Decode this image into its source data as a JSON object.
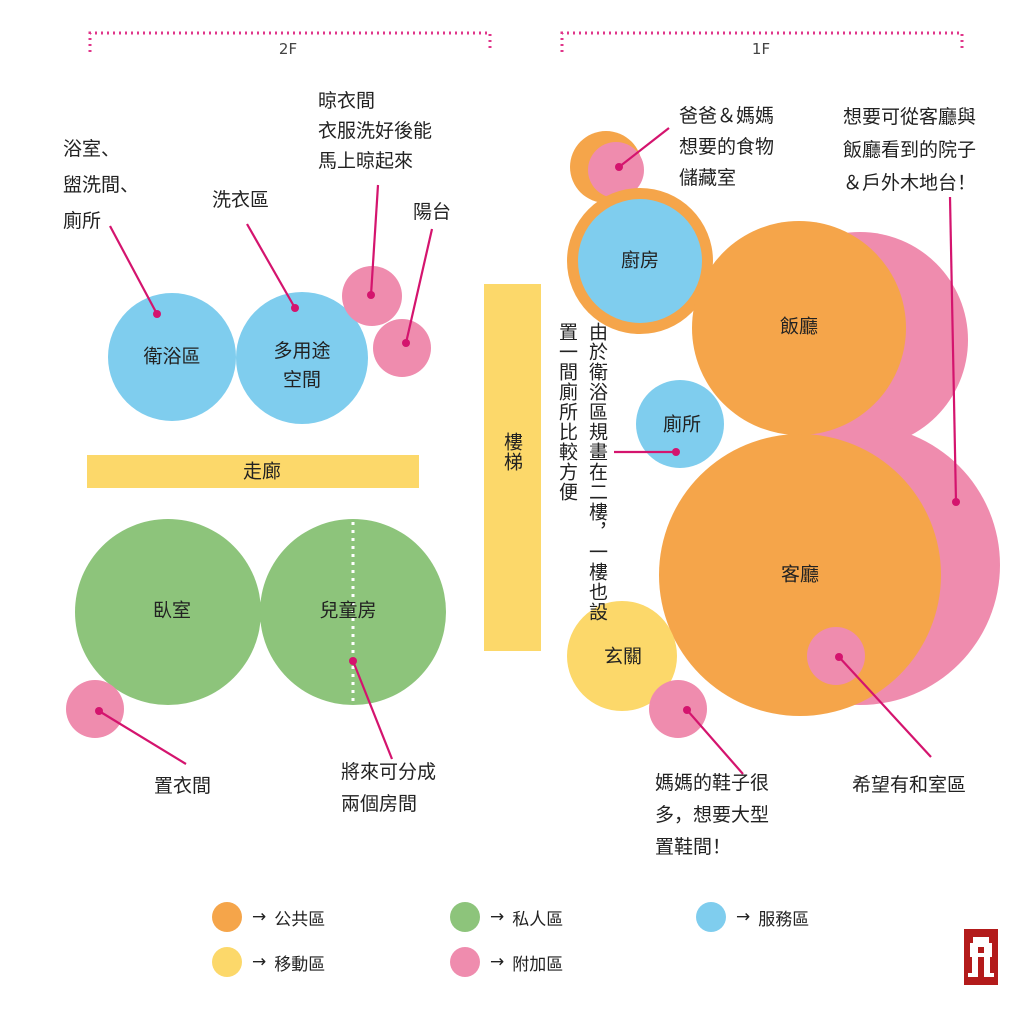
{
  "floors": {
    "second": "2F",
    "first": "1F"
  },
  "colors": {
    "public": "#f5a54a",
    "private": "#8dc47b",
    "service": "#7fcdee",
    "movement": "#fcd86a",
    "extra": "#ef8cae",
    "line": "#d4146e",
    "bracket": "#e0358a",
    "logo": "#b31b1b"
  },
  "rooms2f": {
    "bathroom": "衛浴區",
    "multipurpose": "多用途\n空間",
    "corridor": "走廊",
    "bedroom": "臥室",
    "kids": "兒童房"
  },
  "notes2f": {
    "bathroom": "浴室、\n盥洗間、\n廁所",
    "laundry": "洗衣區",
    "drying": "晾衣間\n衣服洗好後能\n馬上晾起來",
    "balcony": "陽台",
    "closet": "置衣間",
    "kids": "將來可分成\n兩個房間"
  },
  "stairs": "樓梯",
  "stairs_note": "由於衛浴區規畫在二樓，一樓也設置一間廁所比較方便",
  "rooms1f": {
    "kitchen": "廚房",
    "dining": "飯廳",
    "toilet": "廁所",
    "living": "客廳",
    "entrance": "玄關"
  },
  "notes1f": {
    "pantry": "爸爸＆媽媽\n想要的食物\n儲藏室",
    "yard": "想要可從客廳與\n飯廳看到的院子\n＆戶外木地台！",
    "shoes": "媽媽的鞋子很\n多，想要大型\n置鞋間！",
    "tatami": "希望有和室區"
  },
  "legend": [
    {
      "label": "公共區",
      "color": "#f5a54a"
    },
    {
      "label": "私人區",
      "color": "#8dc47b"
    },
    {
      "label": "服務區",
      "color": "#7fcdee"
    },
    {
      "label": "移動區",
      "color": "#fcd86a"
    },
    {
      "label": "附加區",
      "color": "#ef8cae"
    }
  ],
  "legend_arrow": "→"
}
